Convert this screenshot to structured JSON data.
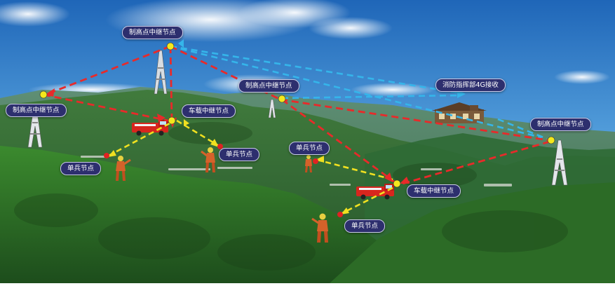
{
  "labels": {
    "relay_top": "制高点中继节点",
    "relay_left": "制高点中继节点",
    "relay_center": "制高点中继节点",
    "relay_right": "制高点中继节点",
    "command_post": "消防指挥部4G接收",
    "vehicle_relay_upper": "车载中继节点",
    "vehicle_relay_lower": "车载中继节点",
    "soldier_left": "单兵节点",
    "soldier_mid_left": "单兵节点",
    "soldier_mid": "单兵节点",
    "soldier_bottom": "单兵节点"
  },
  "link_colors": {
    "relay_link": "#e82a2a",
    "uplink_4g": "#35b5ea",
    "soldier_link": "#f0e020"
  },
  "icons": [
    "tower-icon",
    "fire-truck-icon",
    "firefighter-icon",
    "building-icon"
  ]
}
